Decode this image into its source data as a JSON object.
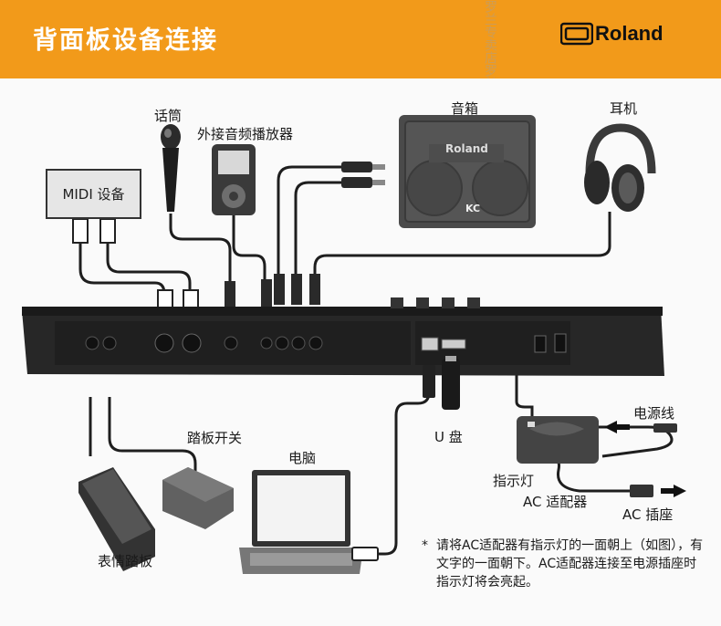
{
  "header": {
    "title": "背面板设备连接",
    "brand": "Roland"
  },
  "labels": {
    "microphone": "话筒",
    "audio_player": "外接音频播放器",
    "amp": "音箱",
    "headphones": "耳机",
    "midi_device": "MIDI 设备",
    "pedal_switch": "踏板开关",
    "computer": "电脑",
    "usb_drive": "U 盘",
    "power_cord": "电源线",
    "indicator": "指示灯",
    "ac_adapter": "AC 适配器",
    "ac_outlet": "AC 插座",
    "expression_pedal": "表情踏板",
    "amp_brand": "Roland",
    "amp_model": "KC"
  },
  "note": {
    "star": "*",
    "text": "请将AC适配器有指示灯的一面朝上（如图），有文字的一面朝下。AC适配器连接至电源插座时指示灯将会亮起。"
  },
  "watermark": "罗兰专卖店罗兰专卖店罗兰专卖店罗兰专卖店罗兰专卖店",
  "colors": {
    "header": "#f29a1a",
    "cable": "#1e1e1e",
    "panel": "#2a2a2a"
  }
}
